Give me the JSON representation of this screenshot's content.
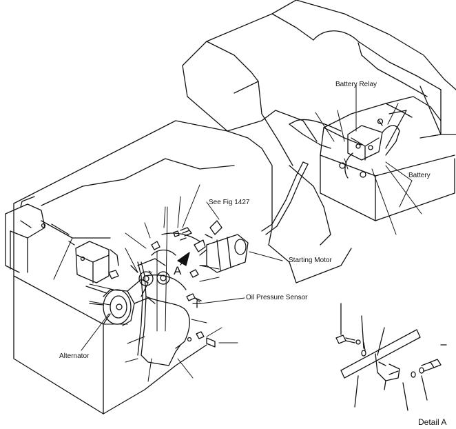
{
  "labels": {
    "battery_relay": "Battery Relay",
    "battery": "Battery",
    "see_fig": "See Fig 1427",
    "starting_motor": "Starting Motor",
    "oil_pressure_sensor": "Oil Pressure Sensor",
    "alternator": "Alternator",
    "callout_a": "A",
    "detail_a": "Detail A"
  },
  "colors": {
    "ink": "#111111",
    "paper": "#ffffff"
  }
}
